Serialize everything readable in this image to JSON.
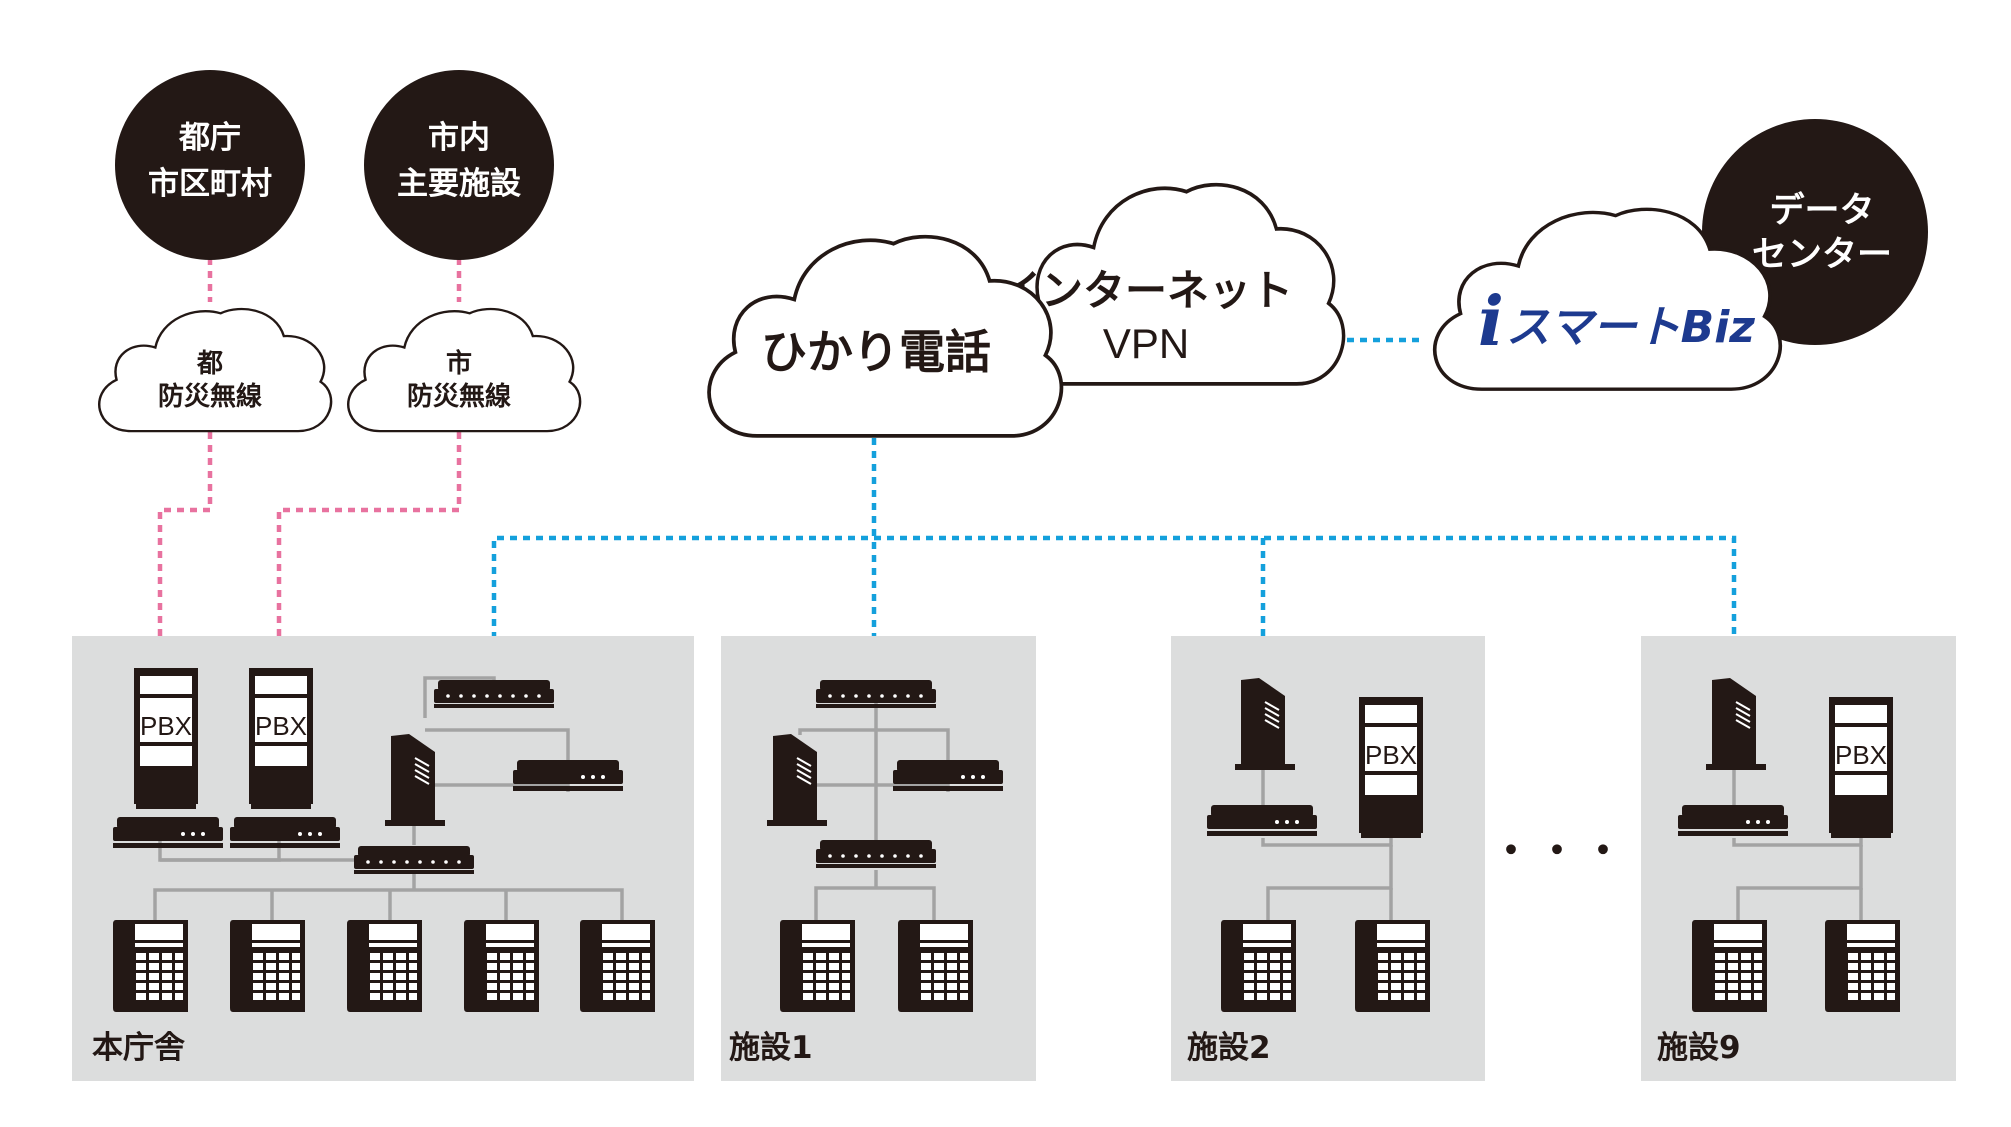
{
  "colors": {
    "ink": "#231815",
    "site_background": "#dcdddd",
    "wire": "#a3a3a3",
    "radio_link": "#e8729f",
    "ip_link": "#14a0dc",
    "logo_blue": "#1d3a8f"
  },
  "circles": {
    "tocho": {
      "line1": "都庁",
      "line2": "市区町村"
    },
    "shinai": {
      "line1": "市内",
      "line2": "主要施設"
    },
    "datacenter": {
      "line1": "データ",
      "line2": "センター"
    }
  },
  "clouds": {
    "to_bousai": {
      "line1": "都",
      "line2": "防災無線"
    },
    "shi_bousai": {
      "line1": "市",
      "line2": "防災無線"
    },
    "hikari": {
      "label": "ひかり電話"
    },
    "internet_vpn": {
      "line1": "インターネット",
      "line2": "VPN"
    },
    "ismart": {
      "logo_i": "i",
      "logo_text": "スマートBiz"
    }
  },
  "sites": {
    "honchosha": {
      "label": "本庁舎"
    },
    "shisetsu1": {
      "label": "施設1"
    },
    "shisetsu2": {
      "label": "施設2"
    },
    "shisetsu9": {
      "label": "施設9"
    }
  },
  "pbx_label": "PBX",
  "ellipsis": "・・・",
  "icons": [
    "router-icon",
    "switch-icon",
    "server-icon",
    "pbx-icon",
    "desk-phone-icon"
  ]
}
